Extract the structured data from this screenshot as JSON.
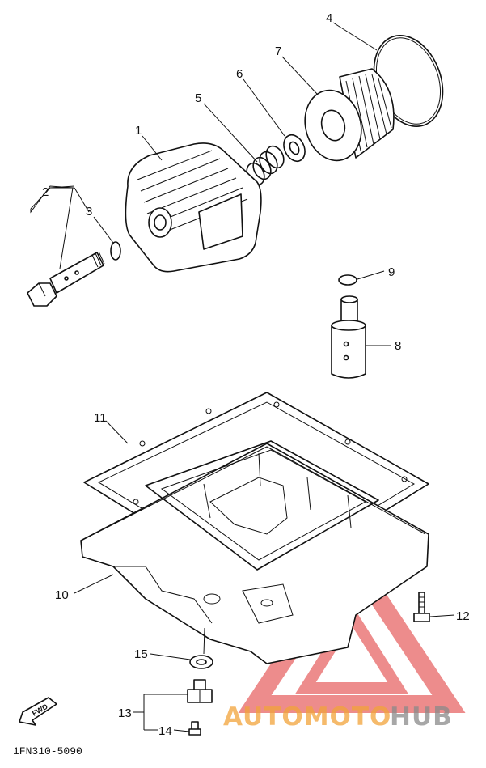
{
  "diagram": {
    "part_code": "1FN310-5090",
    "callouts": [
      "1",
      "2",
      "3",
      "4",
      "5",
      "6",
      "7",
      "8",
      "9",
      "10",
      "11",
      "12",
      "13",
      "14",
      "15"
    ],
    "direction_marker": "FWD"
  },
  "watermark": {
    "left": "AUTOMOTO",
    "right": "HUB",
    "color_left": "#f2a33a",
    "color_right": "#8a8a8a",
    "triangle_color": "#e03030"
  }
}
